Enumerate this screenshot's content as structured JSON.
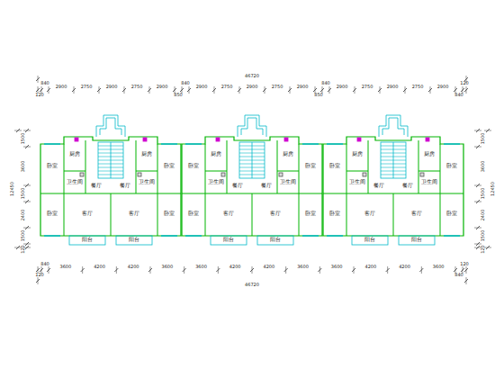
{
  "diagram": {
    "labels": [
      "46720",
      "120",
      "840",
      "2900",
      "2750",
      "2900",
      "2750",
      "2900",
      "850",
      "840",
      "2900",
      "2750",
      "2900",
      "2750",
      "2900",
      "850",
      "840",
      "2900",
      "2750",
      "2900",
      "2750",
      "2900",
      "840",
      "120",
      "120",
      "840",
      "3600",
      "4200",
      "4200",
      "3600",
      "3600",
      "4200",
      "4200",
      "3600",
      "3600",
      "4200",
      "4200",
      "3600",
      "840",
      "120",
      "46720",
      "1500",
      "3600",
      "1500",
      "2400",
      "1500",
      "120",
      "12450",
      "1500",
      "3600",
      "1500",
      "2400",
      "1500",
      "120",
      "12450",
      "卧室",
      "厨房",
      "厨房",
      "卧室",
      "卫生间",
      "卫生间",
      "餐厅",
      "餐厅",
      "卧室",
      "客厅",
      "客厅",
      "卧室",
      "阳台",
      "阳台",
      "卧室",
      "厨房",
      "厨房",
      "卧室",
      "卫生间",
      "卫生间",
      "餐厅",
      "餐厅",
      "卧室",
      "客厅",
      "客厅",
      "卧室",
      "阳台",
      "阳台",
      "卧室",
      "厨房",
      "厨房",
      "卧室",
      "卫生间",
      "卫生间",
      "餐厅",
      "餐厅",
      "卧室",
      "客厅",
      "客厅",
      "卧室",
      "阳台",
      "阳台"
    ]
  }
}
